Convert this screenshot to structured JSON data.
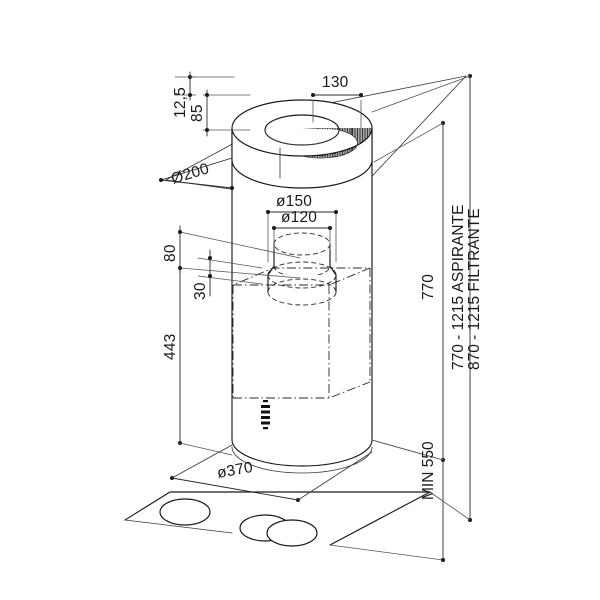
{
  "drawing": {
    "title": "Cylindrical island cooker hood — dimensioned isometric drawing",
    "background_color": "#ffffff",
    "line_color": "#1a1a1a",
    "units": "mm"
  },
  "dimensions": {
    "top_offset": "12,5",
    "ring_height": "85",
    "grille_width": "130",
    "ring_diameter": "Ø200",
    "duct_outer_diameter": "ø150",
    "duct_inner_diameter": "ø120",
    "duct_gap": "80",
    "duct_step": "30",
    "body_height": "443",
    "body_diameter": "ø370",
    "chimney_height": "770",
    "range_aspirante": "770 - 1215 ASPIRANTE",
    "range_filtrante": "870 - 1215 FILTRANTE",
    "min_clearance": "MIN 550"
  },
  "labels": {
    "d_12_5": "12,5",
    "d_85": "85",
    "d_130": "130",
    "d_200": "Ø200",
    "d_150": "ø150",
    "d_120": "ø120",
    "d_80": "80",
    "d_30": "30",
    "d_443": "443",
    "d_370": "ø370",
    "d_770": "770",
    "d_aspirante": "770 - 1215 ASPIRANTE",
    "d_filtrante": "870 - 1215 FILTRANTE",
    "d_min550": "MIN 550"
  },
  "components": {
    "ceiling_plane": "ceiling-plane",
    "top_ring": "top-ring-torus",
    "grille": "mesh-grille",
    "chimney": "chimney-cylinder",
    "duct_connector": "duct-connector",
    "hood_body": "hood-body-cylinder",
    "hidden_box": "hidden-filter-box",
    "control_panel": "control-panel-buttons",
    "cooktop": "cooktop-plane",
    "burners": [
      "burner-left",
      "burner-center",
      "burner-right"
    ]
  }
}
